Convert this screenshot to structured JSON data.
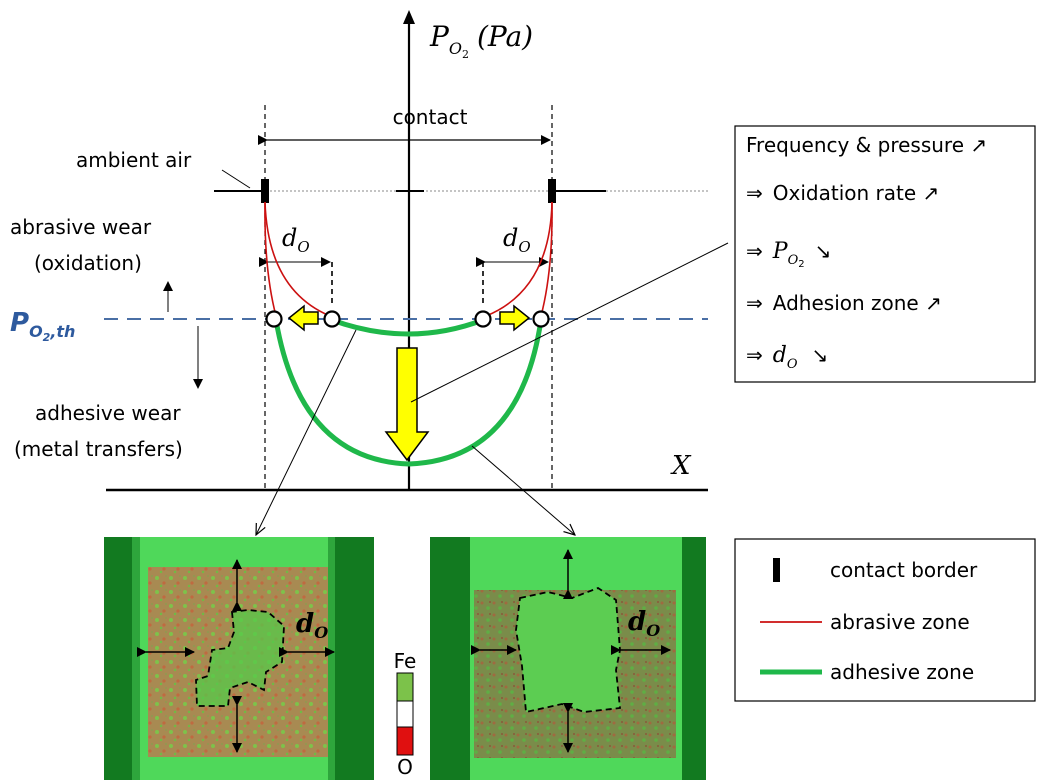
{
  "axis": {
    "y_label_var": "P",
    "y_label_sub": "O",
    "y_label_subsub": "2",
    "y_label_unit": "(Pa)",
    "x_label": "X"
  },
  "zone_labels": {
    "contact": "contact",
    "ambient": "ambient air",
    "abrasive_1": "abrasive wear",
    "abrasive_2": "(oxidation)",
    "adhesive_1": "adhesive wear",
    "adhesive_2": "(metal transfers)"
  },
  "threshold": {
    "var": "P",
    "sub": "O",
    "subsub": "2",
    "subsuffix": ",th",
    "color": "#2e5a9e"
  },
  "d_o": {
    "var": "d",
    "sub": "O"
  },
  "effects_box": {
    "line1": "Frequency & pressure ↗",
    "arrow": "⇒",
    "line2_text": "Oxidation rate ↗",
    "line3_var": "P",
    "line3_sub": "O",
    "line3_subsub": "2",
    "line3_trend": "↘",
    "line4_text": "Adhesion zone ↗",
    "line5_var": "d",
    "line5_sub": "O",
    "line5_trend": "↘"
  },
  "legend": {
    "items": [
      {
        "label": "contact border",
        "color": "#000000"
      },
      {
        "label": "abrasive zone",
        "color": "#cc1111"
      },
      {
        "label": "adhesive zone",
        "color": "#1fb84a"
      }
    ]
  },
  "colorbar": {
    "top_label": "Fe",
    "bottom_label": "O",
    "top_color": "#7cc24a",
    "bottom_color": "#e01010"
  },
  "colors": {
    "adhesive": "#1fb84a",
    "abrasive": "#cc1111",
    "threshold_line": "#4a6fa5",
    "shift_arrow": "#ffff00",
    "micro_green": "#35d24a",
    "micro_dark": "#1a7a28"
  }
}
